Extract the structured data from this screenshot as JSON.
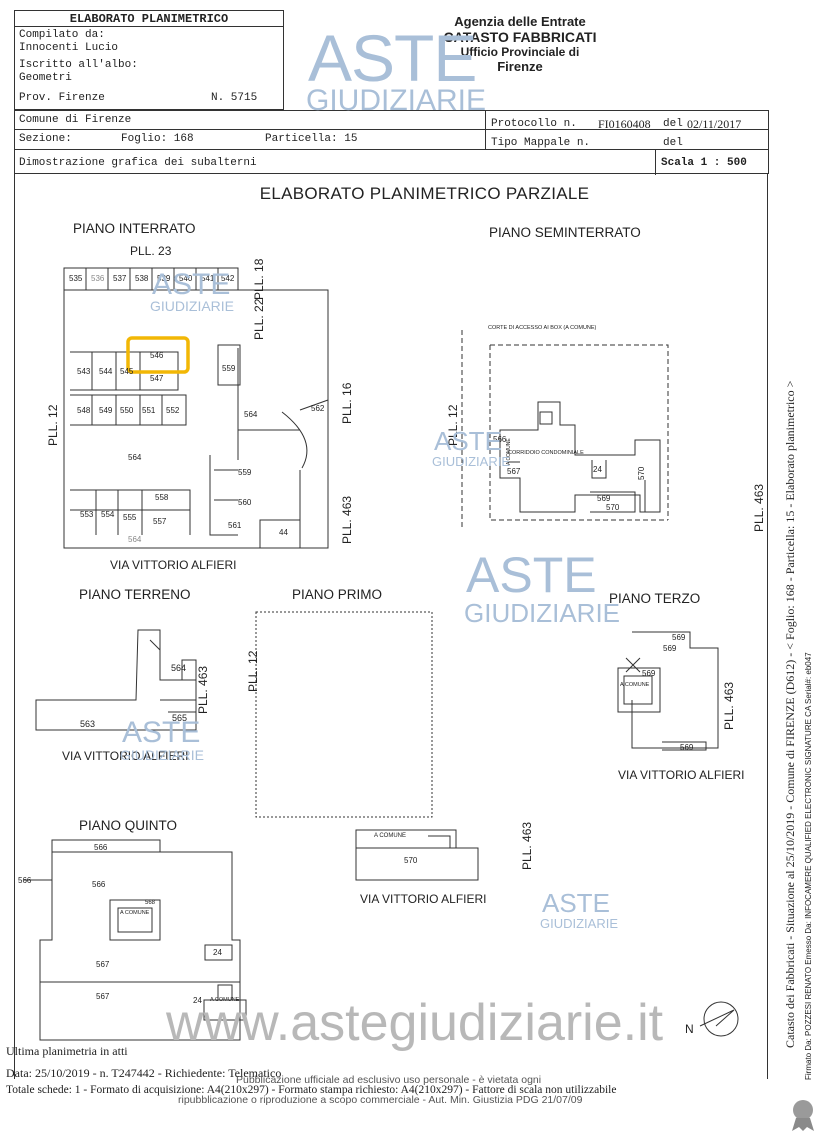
{
  "header": {
    "doc_title": "ELABORATO PLANIMETRICO",
    "compiled_label": "Compilato da:",
    "compiled_by": "Innocenti Lucio",
    "enrolled_label": "Iscritto all'albo:",
    "enrolled_value": "Geometri",
    "province": "Prov. Firenze",
    "number": "N. 5715",
    "agency_line1": "Agenzia delle Entrate",
    "agency_line2": "CATASTO FABBRICATI",
    "agency_line3": "Ufficio Provinciale di",
    "agency_line4": "Firenze"
  },
  "info": {
    "comune": "Comune di Firenze",
    "sezione_label": "Sezione:",
    "foglio": "Foglio: 168",
    "particella": "Particella: 15",
    "protocollo_label": "Protocollo n.",
    "protocollo_value": "FI0160408",
    "del_label": "del",
    "protocollo_date": "02/11/2017",
    "tipo_mappale": "Tipo Mappale n.",
    "del2": "del",
    "dimostrazione": "Dimostrazione grafica dei subalterni",
    "scala": "Scala 1 : 500"
  },
  "main_title": "ELABORATO PLANIMETRICO PARZIALE",
  "sections": {
    "interrato": "PIANO INTERRATO",
    "seminterrato": "PIANO SEMINTERRATO",
    "terreno": "PIANO TERRENO",
    "primo": "PIANO PRIMO",
    "terzo": "PIANO TERZO",
    "quinto": "PIANO QUINTO"
  },
  "labels": {
    "via": "VIA VITTORIO ALFIERI",
    "pll23": "PLL. 23",
    "pll18": "PLL. 18",
    "pll22": "PLL. 22",
    "pll16": "PLL. 16",
    "pll12": "PLL. 12",
    "pll463": "PLL. 463",
    "corte": "CORTE DI ACCESSO AI BOX (A COMUNE)",
    "corridoio": "CORRIDOIO CONDOMINIALE",
    "a_comune": "A COMUNE",
    "north": "N"
  },
  "rooms_interrato": [
    "535",
    "536",
    "537",
    "538",
    "539",
    "540",
    "541",
    "542",
    "546",
    "543",
    "544",
    "545",
    "547",
    "559",
    "548",
    "549",
    "550",
    "551",
    "552",
    "564",
    "562",
    "564",
    "559",
    "558",
    "560",
    "553",
    "554",
    "555",
    "557",
    "561",
    "564",
    "44"
  ],
  "rooms_other": {
    "seminterrato": [
      "566",
      "567",
      "24",
      "570",
      "569",
      "570"
    ],
    "terreno": [
      "564",
      "563",
      "565"
    ],
    "primo": [
      "570"
    ],
    "terzo": [
      "569",
      "569",
      "569",
      "569"
    ],
    "quinto": [
      "566",
      "566",
      "566",
      "568",
      "567",
      "24",
      "567",
      "24"
    ]
  },
  "watermarks": {
    "aste": "ASTE",
    "giudiziarie": "GIUDIZIARIE",
    "site": "www.astegiudiziarie.it"
  },
  "footer": {
    "line1": "Ultima planimetria in atti",
    "line2": "Data: 25/10/2019 - n. T247442 - Richiedente: Telematico",
    "line3": "Totale schede: 1 - Formato di acquisizione: A4(210x297) - Formato stampa richiesto: A4(210x297) - Fattore di scala non utilizzabile",
    "notice1": "Pubblicazione ufficiale ad esclusivo uso personale - è vietata ogni",
    "notice2": "ripubblicazione o riproduzione a scopo commerciale - Aut. Min. Giustizia PDG 21/07/09"
  },
  "side": {
    "catasto": "Catasto dei Fabbricati - Situazione al 25/10/2019 - Comune di FIRENZE (D612) - < Foglio: 168 - Particella: 15 - Elaborato planimetrico >",
    "signature": "Firmato Da: POZZESI RENATO Emesso Da: INFOCAMERE QUALIFIED ELECTRONIC SIGNATURE CA Serial#: eb047"
  },
  "highlight_color": "#f2b705"
}
